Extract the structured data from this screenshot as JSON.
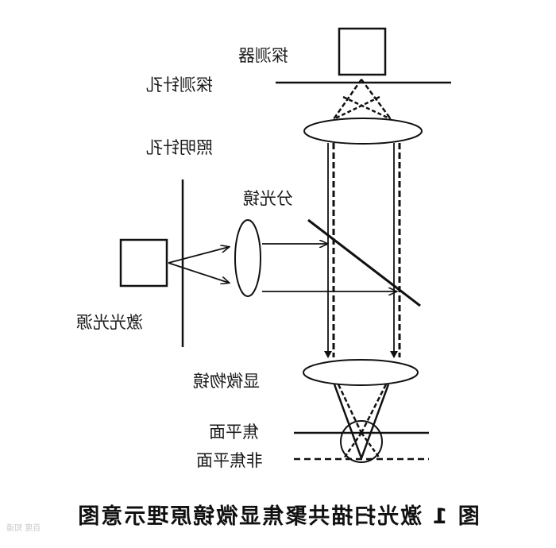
{
  "labels": {
    "detector": "探测器",
    "detector_pinhole": "探测针孔",
    "illumination_pinhole": "照明针孔",
    "beam_splitter": "分光镜",
    "laser_source": "激光光源",
    "objective": "显微物镜",
    "focal_plane": "焦平面",
    "non_focal_plane": "非焦平面"
  },
  "caption": "图 1 激光扫描共聚焦显微镜原理示意图",
  "watermark": "百度 知道"
}
